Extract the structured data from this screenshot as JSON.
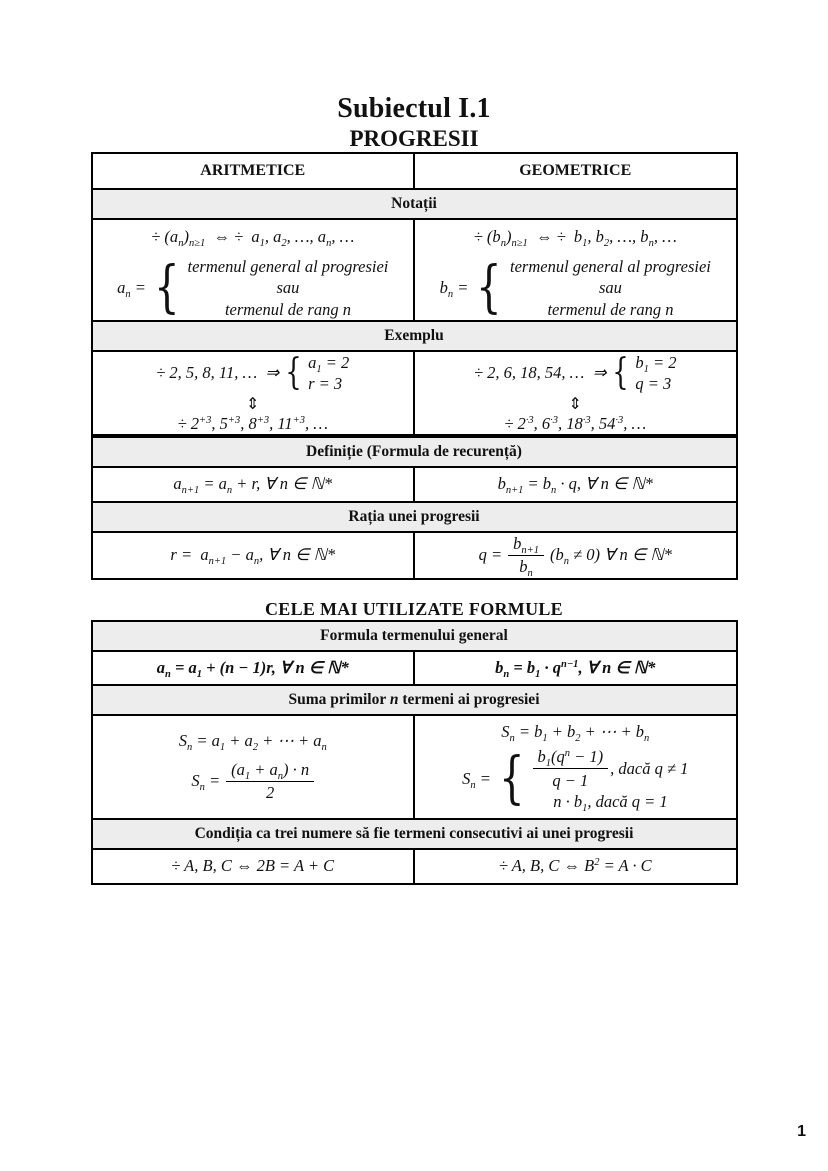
{
  "page": {
    "title": "Subiectul I.1",
    "subtitle": "PROGRESII",
    "middle_heading": "CELE MAI UTILIZATE FORMULE",
    "page_number": "1"
  },
  "table1": {
    "col_arith": "ARITMETICE",
    "col_geo": "GEOMETRICE",
    "row_notatii": "Notații",
    "row_exemplu": "Exemplu",
    "notation": {
      "arith": {
        "line1": [
          "÷ (a",
          {
            "sub": "n"
          },
          ")",
          {
            "sub": "n≥1"
          },
          " ⇔ ÷ a",
          {
            "sub": "1"
          },
          ", a",
          {
            "sub": "2"
          },
          ", …, a",
          {
            "sub": "n"
          },
          ", …"
        ],
        "lhs": [
          "a",
          {
            "sub": "n"
          },
          " ="
        ],
        "brace": "{",
        "cases": [
          "termenul general al progresiei",
          "sau",
          "termenul de rang n"
        ]
      },
      "geo": {
        "line1": [
          "÷ (b",
          {
            "sub": "n"
          },
          ")",
          {
            "sub": "n≥1"
          },
          " ⇔ ÷ b",
          {
            "sub": "1"
          },
          ", b",
          {
            "sub": "2"
          },
          ", …, b",
          {
            "sub": "n"
          },
          ", …"
        ],
        "lhs": [
          "b",
          {
            "sub": "n"
          },
          " ="
        ],
        "brace": "{",
        "cases": [
          "termenul general al progresiei",
          "sau",
          "termenul de rang n"
        ]
      }
    },
    "example": {
      "arith": {
        "intro": [
          "÷ 2, 5, 8, 11, … ⇒"
        ],
        "brace": "{",
        "case1": [
          "a",
          {
            "sub": "1"
          },
          " = 2"
        ],
        "case2": [
          "r = 3"
        ],
        "updown_arrow": "⇕",
        "rewritten": [
          "÷ 2",
          {
            "sup": "+3"
          },
          ", 5",
          {
            "sup": "+3"
          },
          ", 8",
          {
            "sup": "+3"
          },
          ", 11",
          {
            "sup": "+3"
          },
          ", …"
        ]
      },
      "geo": {
        "intro": [
          "÷ 2, 6, 18, 54, … ⇒"
        ],
        "brace": "{",
        "case1": [
          "b",
          {
            "sub": "1"
          },
          " = 2"
        ],
        "case2": [
          "q = 3"
        ],
        "updown_arrow": "⇕",
        "rewritten": [
          "÷ 2",
          {
            "sup": "·3"
          },
          ", 6",
          {
            "sup": "·3"
          },
          ", 18",
          {
            "sup": "·3"
          },
          ", 54",
          {
            "sup": "·3"
          },
          ", …"
        ]
      }
    }
  },
  "table2": {
    "row_definitie": "Definiție (Formula de recurență)",
    "rec_arith": [
      "a",
      {
        "sub": "n+1"
      },
      " = a",
      {
        "sub": "n"
      },
      " + r, ∀ n ∈ ℕ*"
    ],
    "rec_geo": [
      "b",
      {
        "sub": "n+1"
      },
      " = b",
      {
        "sub": "n"
      },
      " · q, ∀ n ∈ ℕ*"
    ],
    "row_ratia": "Rația unei progresii",
    "ratio_arith": [
      "r = a",
      {
        "sub": "n+1"
      },
      " − a",
      {
        "sub": "n"
      },
      ", ∀ n ∈ ℕ*"
    ],
    "ratio_geo": {
      "lhs": [
        "q ="
      ],
      "frac_num": [
        "b",
        {
          "sub": "n+1"
        }
      ],
      "frac_den": [
        "b",
        {
          "sub": "n"
        }
      ],
      "rhs": [
        "(b",
        {
          "sub": "n"
        },
        " ≠ 0) ∀ n ∈ ℕ*"
      ]
    }
  },
  "table3": {
    "row_general": "Formula termenului general",
    "gen_arith": [
      "a",
      {
        "sub": "n"
      },
      " = a",
      {
        "sub": "1"
      },
      " + (n − 1)r, ∀ n ∈ ℕ*"
    ],
    "gen_geo": [
      "b",
      {
        "sub": "n"
      },
      " = b",
      {
        "sub": "1"
      },
      " · q",
      {
        "sup": "n−1"
      },
      ", ∀ n ∈ ℕ*"
    ],
    "row_suma": [
      "Suma primilor ",
      {
        "i": "n"
      },
      " termeni ai progresiei"
    ],
    "sum_arith": {
      "line1": [
        "S",
        {
          "sub": "n"
        },
        " = a",
        {
          "sub": "1"
        },
        " + a",
        {
          "sub": "2"
        },
        " + ⋯ + a",
        {
          "sub": "n"
        }
      ],
      "lhs": [
        "S",
        {
          "sub": "n"
        },
        " ="
      ],
      "frac_num": [
        "(a",
        {
          "sub": "1"
        },
        " + a",
        {
          "sub": "n"
        },
        ") · n"
      ],
      "frac_den": [
        "2"
      ]
    },
    "sum_geo": {
      "line1": [
        "S",
        {
          "sub": "n"
        },
        " = b",
        {
          "sub": "1"
        },
        " + b",
        {
          "sub": "2"
        },
        " + ⋯ + b",
        {
          "sub": "n"
        }
      ],
      "lhs": [
        "S",
        {
          "sub": "n"
        },
        " ="
      ],
      "brace": "{",
      "case1_num": [
        "b",
        {
          "sub": "1"
        },
        "(q",
        {
          "sup": "n"
        },
        " − 1)"
      ],
      "case1_den": [
        "q − 1"
      ],
      "case1_tail": [
        ", dacă q ≠ 1"
      ],
      "case2": [
        "n · b",
        {
          "sub": "1"
        },
        ", dacă q = 1"
      ]
    },
    "row_conditia": "Condiția ca trei numere să fie termeni consecutivi ai unei progresii",
    "cond_arith": [
      "÷ A, B, C ⇔ 2B = A + C"
    ],
    "cond_geo": [
      "÷ A, B, C ⇔ B",
      {
        "sup": "2"
      },
      " = A · C"
    ]
  }
}
